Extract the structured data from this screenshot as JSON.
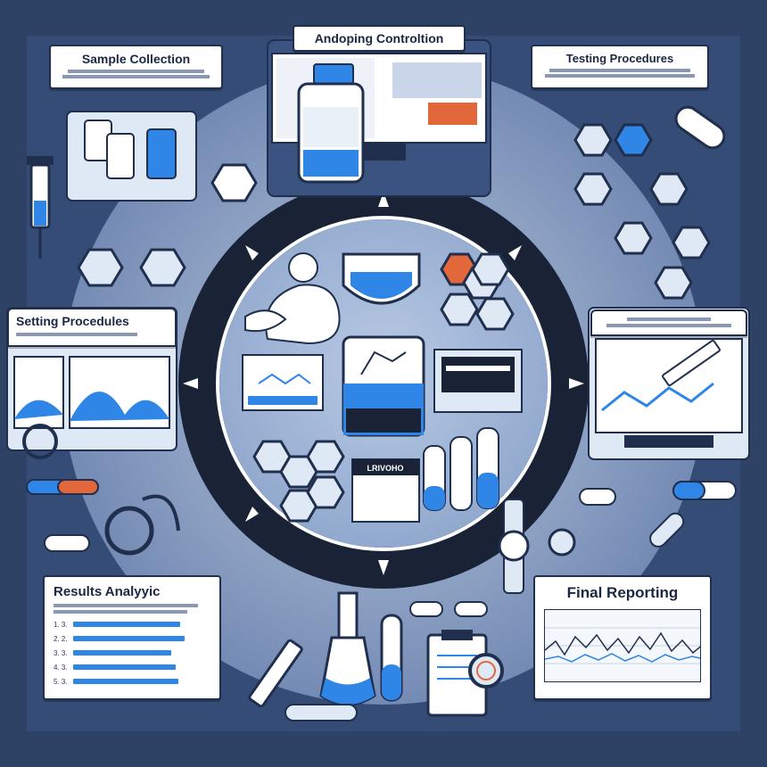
{
  "header": {
    "title": "Andoping Controltion"
  },
  "sections": {
    "sample_collection": {
      "title": "Sample Collection"
    },
    "testing_procedures": {
      "title": "Testing Procedures"
    },
    "setting_procedules": {
      "title": "Setting Procedules"
    },
    "results_analysis": {
      "title": "Results Analyyic",
      "items": [
        {
          "number": "1. 3."
        },
        {
          "number": "2. 2."
        },
        {
          "number": "3. 3."
        },
        {
          "number": "4. 3."
        },
        {
          "number": "5. 3."
        }
      ]
    },
    "final_reporting": {
      "title": "Final Reporting"
    }
  },
  "center": {
    "box_label": "LRIVOHO"
  },
  "colors": {
    "background": "#2e4266",
    "ring": "#1a2236",
    "inner_circle": "#8fa8cf",
    "accent_blue": "#2f86e6",
    "accent_orange": "#e2673a",
    "panel": "#dfe8f5"
  }
}
